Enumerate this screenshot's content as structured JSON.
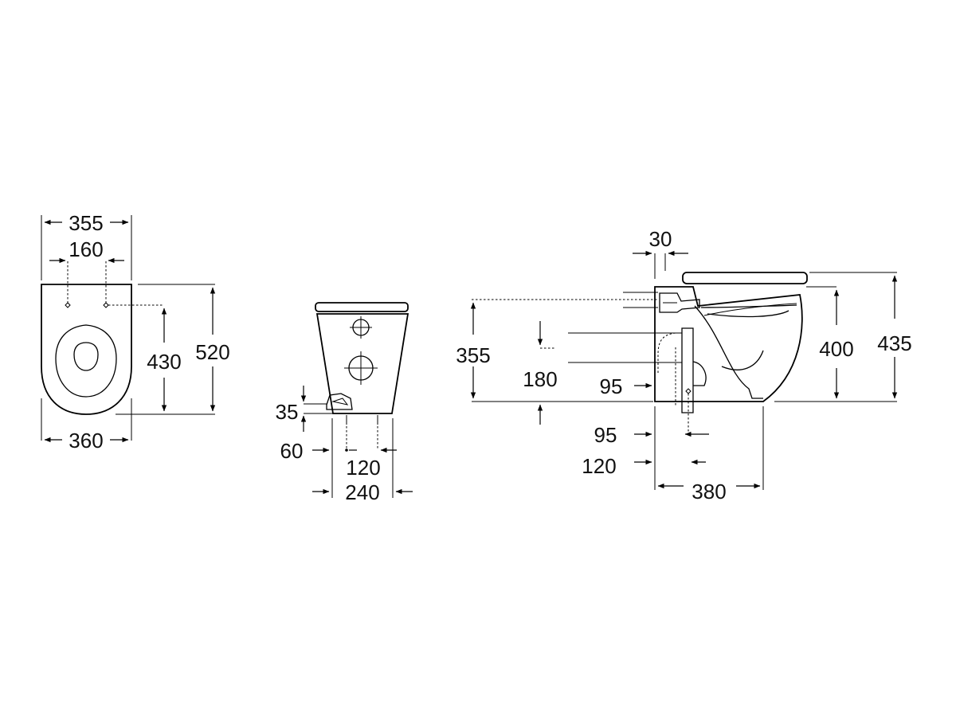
{
  "views": {
    "top": {
      "dims": [
        "355",
        "160",
        "430",
        "520",
        "360"
      ]
    },
    "back": {
      "dims": [
        "35",
        "60",
        "120",
        "240"
      ]
    },
    "side": {
      "dims": [
        "30",
        "355",
        "180",
        "95",
        "400",
        "435",
        "95",
        "120",
        "380"
      ]
    }
  },
  "icons": [
    "arrow-icon",
    "crosshair-icon",
    "bolt-symbol-icon"
  ],
  "colors": {
    "line": "#000000",
    "background": "#ffffff"
  }
}
